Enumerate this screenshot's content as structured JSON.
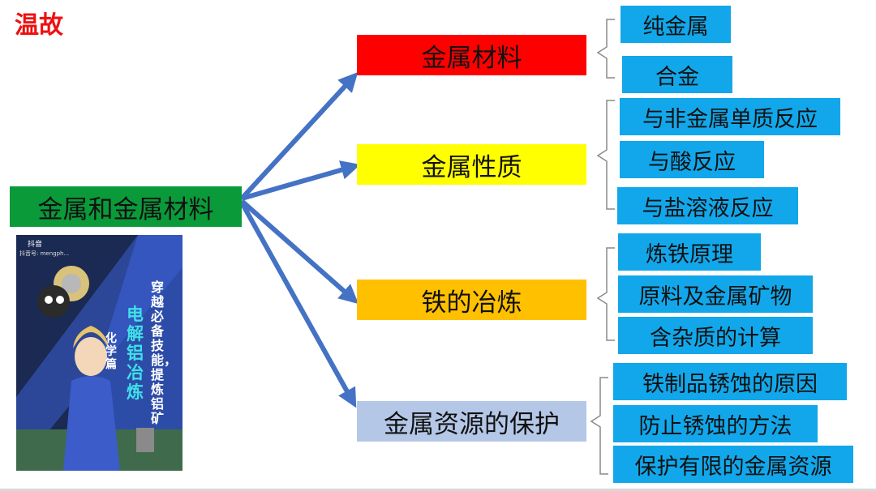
{
  "header": {
    "title": "温故"
  },
  "root": {
    "label": "金属和金属材料"
  },
  "branches": [
    {
      "label": "金属材料",
      "color": "#ff0000",
      "leaves": [
        "纯金属",
        "合金"
      ]
    },
    {
      "label": "金属性质",
      "color": "#ffff00",
      "leaves": [
        "与非金属单质反应",
        "与酸反应",
        "与盐溶液反应"
      ]
    },
    {
      "label": "铁的冶炼",
      "color": "#ffc000",
      "leaves": [
        "炼铁原理",
        "原料及金属矿物",
        "含杂质的计算"
      ]
    },
    {
      "label": "金属资源的保护",
      "color": "#b4c7e7",
      "leaves": [
        "铁制品锈蚀的原因",
        "防止锈蚀的方法",
        "保护有限的金属资源"
      ]
    }
  ],
  "thumbnail": {
    "app": "抖音",
    "account": "抖音号: mengph...",
    "headline": "电解铝冶炼",
    "subline": "穿越必备技能，提炼铝矿",
    "category": "化学篇"
  },
  "colors": {
    "root": "#0a9a3a",
    "leaf": "#12a7ea",
    "arrow": "#4472c4",
    "title": "#ee1111"
  }
}
